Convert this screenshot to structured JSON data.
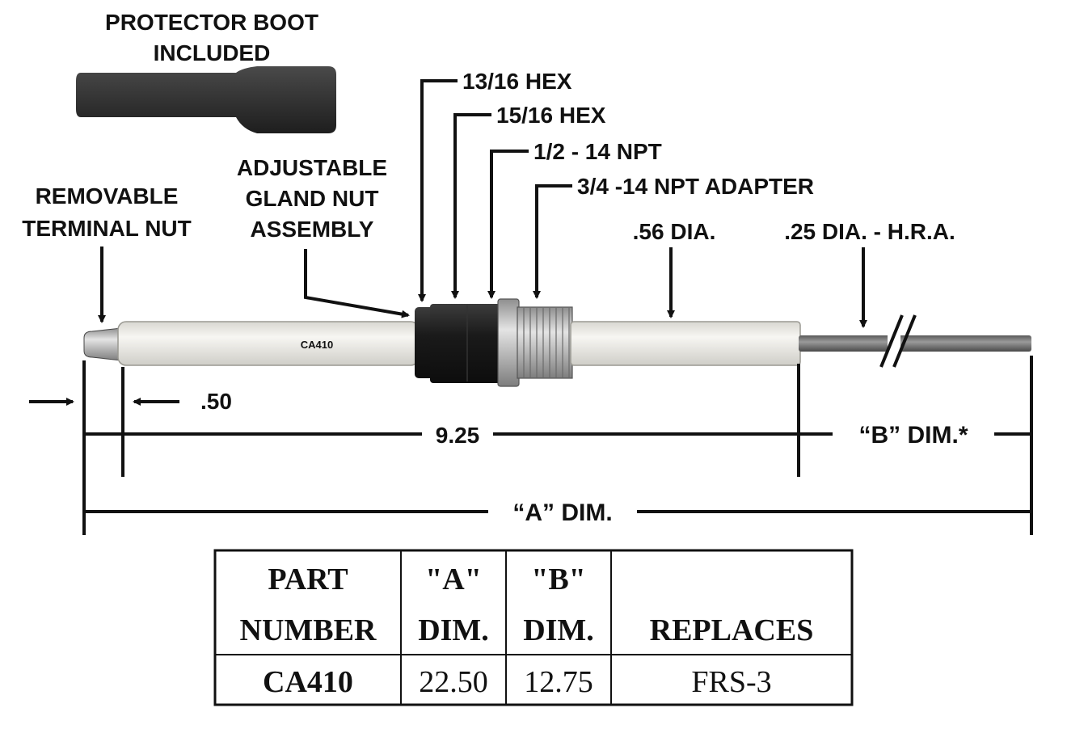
{
  "callouts": {
    "protector_boot_line1": "PROTECTOR BOOT",
    "protector_boot_line2": "INCLUDED",
    "removable_terminal_nut_line1": "REMOVABLE",
    "removable_terminal_nut_line2": "TERMINAL NUT",
    "gland_nut_line1": "ADJUSTABLE",
    "gland_nut_line2": "GLAND NUT",
    "gland_nut_line3": "ASSEMBLY",
    "hex_13_16": "13/16 HEX",
    "hex_15_16": "15/16 HEX",
    "npt_1_2": "1/2 - 14 NPT",
    "npt_3_4_adapter": "3/4 -14 NPT ADAPTER",
    "dia_056": ".56 DIA.",
    "dia_025_hra": ".25 DIA. - H.R.A."
  },
  "rod_marking": "CA410",
  "dimensions": {
    "terminal_offset": ".50",
    "insulator_length": "9.25",
    "b_dim": "“B” DIM.*",
    "a_dim": "“A” DIM."
  },
  "table": {
    "headers": {
      "part_line1": "PART",
      "part_line2": "NUMBER",
      "a_line1": "\"A\"",
      "a_line2": "DIM.",
      "b_line1": "\"B\"",
      "b_line2": "DIM.",
      "replaces": "REPLACES"
    },
    "rows": [
      {
        "part_number": "CA410",
        "a_dim": "22.50",
        "b_dim": "12.75",
        "replaces": "FRS-3"
      }
    ]
  },
  "colors": {
    "ink": "#111111",
    "insulator": "#ecebe6",
    "boot": "#2e2e2e",
    "nut": "#1c1c1c",
    "adapter": "#b9b9b9",
    "rod": "#7a7a7a"
  }
}
